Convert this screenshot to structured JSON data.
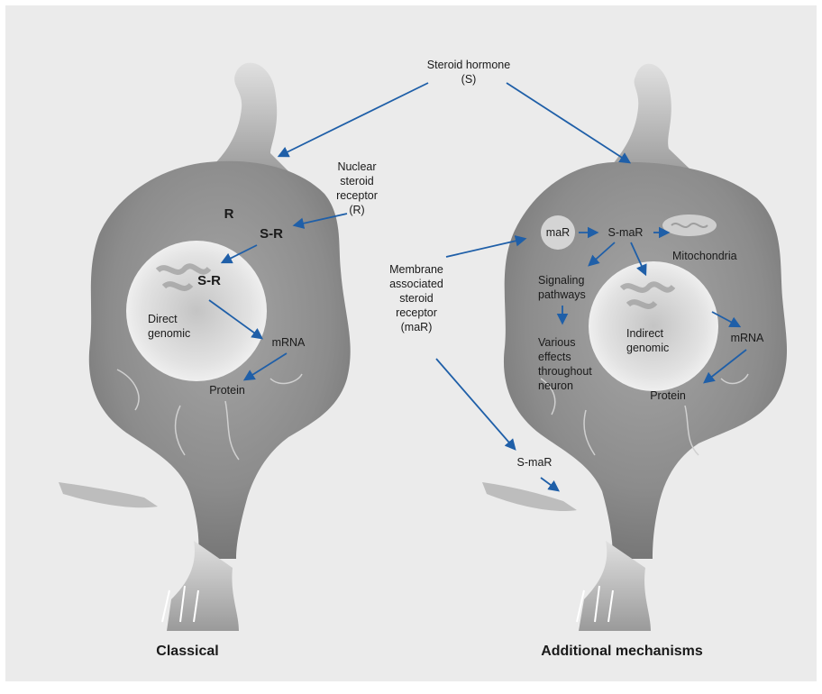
{
  "labels": {
    "steroid_hormone": "Steroid hormone",
    "steroid_hormone_abbr": "(S)",
    "nuclear": "Nuclear",
    "steroid": "steroid",
    "receptor": "receptor",
    "receptor_abbr": "(R)",
    "r": "R",
    "s_r": "S-R",
    "direct": "Direct",
    "genomic": "genomic",
    "mrna": "mRNA",
    "protein": "Protein",
    "membrane": "Membrane",
    "associated": "associated",
    "membrane_steroid": "steroid",
    "membrane_receptor": "receptor",
    "marabbr": "(maR)",
    "mar": "maR",
    "s_mar": "S-maR",
    "mitochondria": "Mitochondria",
    "signaling": "Signaling",
    "pathways": "pathways",
    "various": "Various",
    "effects": "effects",
    "throughout": "throughout",
    "neuron": "neuron",
    "indirect": "Indirect",
    "indirect_genomic": "genomic",
    "mrna_right": "mRNA",
    "protein_right": "Protein",
    "s_mar_lower": "S-maR"
  },
  "captions": {
    "classical": "Classical",
    "additional": "Additional mechanisms"
  },
  "colors": {
    "arrow": "#1f5fa8",
    "background": "#ebebeb",
    "cell": "#8a8a8a"
  }
}
